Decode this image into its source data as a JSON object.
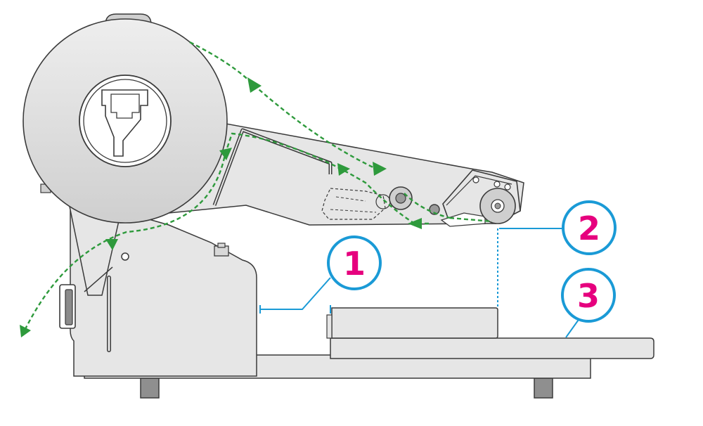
{
  "callouts": [
    {
      "id": "1",
      "label": "1"
    },
    {
      "id": "2",
      "label": "2"
    },
    {
      "id": "3",
      "label": "3"
    }
  ],
  "colors": {
    "outline": "#3a3a3a",
    "body_fill": "#e6e6e6",
    "roll_fill": "#d9d9d9",
    "path_arrow": "#2e9a3c",
    "callout_ring": "#1a9ad6",
    "callout_text": "#e6007e",
    "leader_line": "#1a9ad6"
  },
  "icons": {
    "media_path": "dashed-arrow-path",
    "supply_roll": "roll-icon"
  }
}
